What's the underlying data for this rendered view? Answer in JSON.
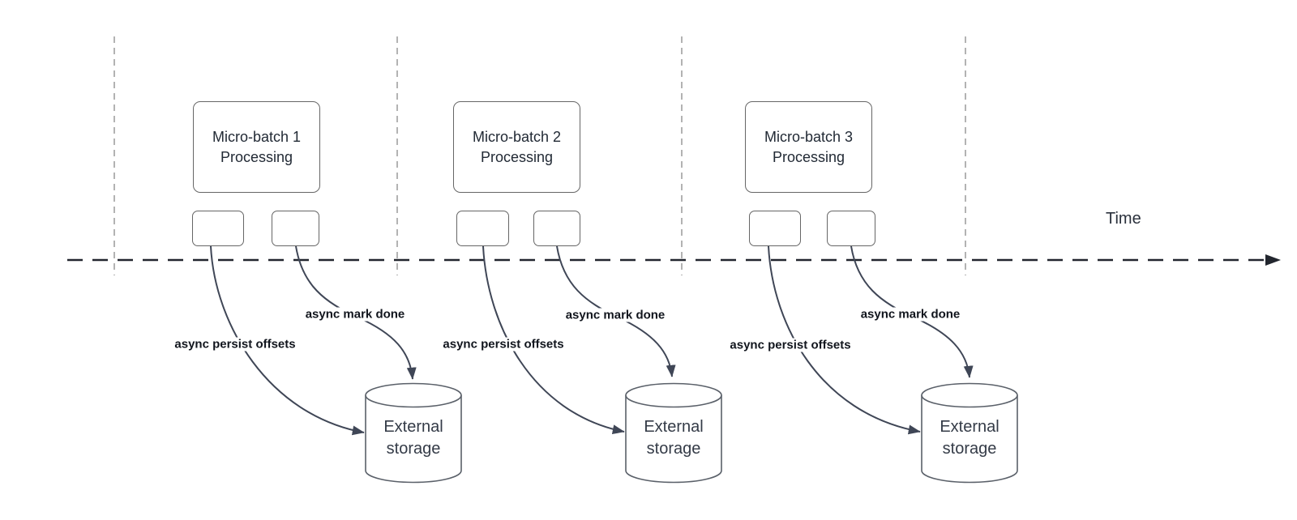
{
  "diagram": {
    "time_axis_label": "Time",
    "sections": [
      {
        "name": "micro-batch-1",
        "process_box_label": "Micro-batch 1 Processing",
        "persist_arrow_label": "async persist offsets",
        "done_arrow_label": "async mark done",
        "storage_label": "External storage"
      },
      {
        "name": "micro-batch-2",
        "process_box_label": "Micro-batch 2 Processing",
        "persist_arrow_label": "async persist offsets",
        "done_arrow_label": "async mark done",
        "storage_label": "External storage"
      },
      {
        "name": "micro-batch-3",
        "process_box_label": "Micro-batch 3 Processing",
        "persist_arrow_label": "async persist offsets",
        "done_arrow_label": "async mark done",
        "storage_label": "External storage"
      }
    ],
    "colors": {
      "arrow": "#3f4656",
      "timeline": "#22262e",
      "gridline": "#ababab",
      "shape_border": "#666666",
      "title_text": "#222a35",
      "label_text": "#11151d",
      "storage_text": "#343b47",
      "time_text": "#2b313c",
      "background": "#ffffff"
    }
  }
}
